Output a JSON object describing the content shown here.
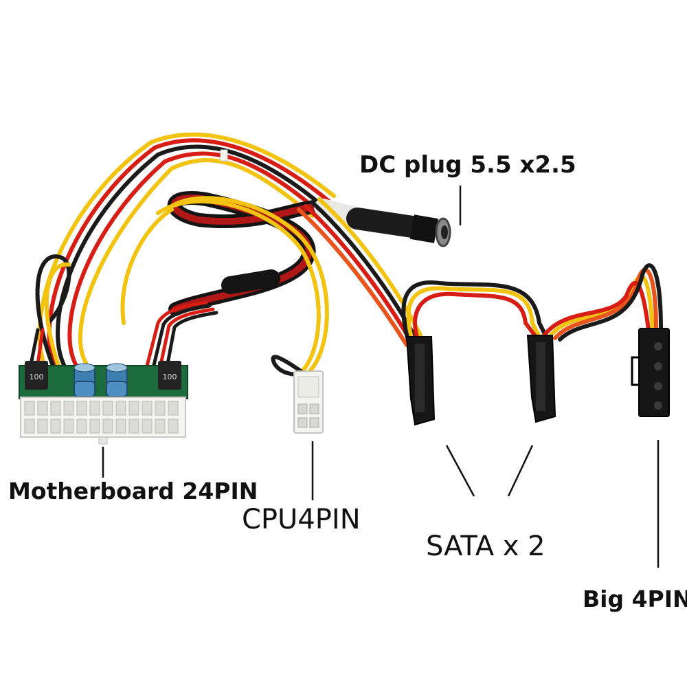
{
  "labels": {
    "dc_plug": "DC plug 5.5 x2.5",
    "motherboard": "Motherboard 24PIN",
    "cpu": "CPU4PIN",
    "sata": "SATA x 2",
    "big4pin": "Big 4PIN"
  },
  "pcb": {
    "resistor_marking": "100"
  },
  "colors": {
    "background": "#ffffff",
    "wire_red": "#d81d14",
    "wire_yellow": "#f2c411",
    "wire_black": "#1a1a1a",
    "wire_orange": "#e8541c",
    "connector_white": "#f4f4f0",
    "connector_black": "#161616",
    "pcb_green": "#1c6b3c",
    "sleeve_red": "#b01818",
    "capacitor_blue": "#3d7fb0"
  }
}
